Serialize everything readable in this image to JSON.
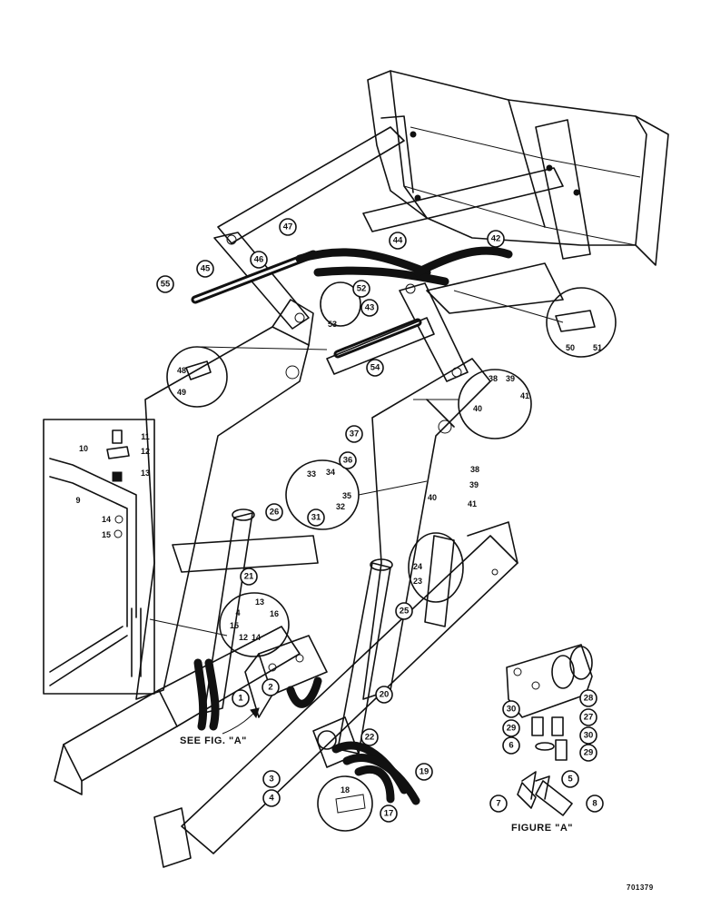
{
  "callouts": [
    {
      "id": "55",
      "label": "55"
    },
    {
      "id": "45",
      "label": "45"
    },
    {
      "id": "46",
      "label": "46"
    },
    {
      "id": "47",
      "label": "47"
    },
    {
      "id": "44",
      "label": "44"
    },
    {
      "id": "42",
      "label": "42"
    },
    {
      "id": "52",
      "label": "52"
    },
    {
      "id": "43",
      "label": "43"
    },
    {
      "id": "53",
      "label": "53"
    },
    {
      "id": "50",
      "label": "50"
    },
    {
      "id": "51",
      "label": "51"
    },
    {
      "id": "48",
      "label": "48"
    },
    {
      "id": "49",
      "label": "49"
    },
    {
      "id": "54",
      "label": "54"
    },
    {
      "id": "38a",
      "label": "38"
    },
    {
      "id": "39a",
      "label": "39"
    },
    {
      "id": "40a",
      "label": "40"
    },
    {
      "id": "41a",
      "label": "41"
    },
    {
      "id": "37",
      "label": "37"
    },
    {
      "id": "36",
      "label": "36"
    },
    {
      "id": "38b",
      "label": "38"
    },
    {
      "id": "39b",
      "label": "39"
    },
    {
      "id": "40b",
      "label": "40"
    },
    {
      "id": "41b",
      "label": "41"
    },
    {
      "id": "33",
      "label": "33"
    },
    {
      "id": "34",
      "label": "34"
    },
    {
      "id": "35",
      "label": "35"
    },
    {
      "id": "32",
      "label": "32"
    },
    {
      "id": "31",
      "label": "31"
    },
    {
      "id": "26",
      "label": "26"
    },
    {
      "id": "21",
      "label": "21"
    },
    {
      "id": "24",
      "label": "24"
    },
    {
      "id": "23",
      "label": "23"
    },
    {
      "id": "25",
      "label": "25"
    },
    {
      "id": "13a",
      "label": "13"
    },
    {
      "id": "4a",
      "label": "4"
    },
    {
      "id": "15a",
      "label": "15"
    },
    {
      "id": "12a",
      "label": "12"
    },
    {
      "id": "14a",
      "label": "14"
    },
    {
      "id": "16",
      "label": "16"
    },
    {
      "id": "2",
      "label": "2"
    },
    {
      "id": "1",
      "label": "1"
    },
    {
      "id": "20",
      "label": "20"
    },
    {
      "id": "22",
      "label": "22"
    },
    {
      "id": "19",
      "label": "19"
    },
    {
      "id": "3",
      "label": "3"
    },
    {
      "id": "4b",
      "label": "4"
    },
    {
      "id": "18",
      "label": "18"
    },
    {
      "id": "17",
      "label": "17"
    },
    {
      "id": "11",
      "label": "11"
    },
    {
      "id": "12b",
      "label": "12"
    },
    {
      "id": "13b",
      "label": "13"
    },
    {
      "id": "10",
      "label": "10"
    },
    {
      "id": "9",
      "label": "9"
    },
    {
      "id": "14b",
      "label": "14"
    },
    {
      "id": "15b",
      "label": "15"
    },
    {
      "id": "28",
      "label": "28"
    },
    {
      "id": "30a",
      "label": "30"
    },
    {
      "id": "27",
      "label": "27"
    },
    {
      "id": "29a",
      "label": "29"
    },
    {
      "id": "30b",
      "label": "30"
    },
    {
      "id": "6",
      "label": "6"
    },
    {
      "id": "29b",
      "label": "29"
    },
    {
      "id": "5",
      "label": "5"
    },
    {
      "id": "7",
      "label": "7"
    },
    {
      "id": "8",
      "label": "8"
    }
  ],
  "captions": {
    "see_fig": "SEE FIG. \"A\"",
    "figure_a": "FIGURE \"A\"",
    "drawing_number": "701379"
  }
}
